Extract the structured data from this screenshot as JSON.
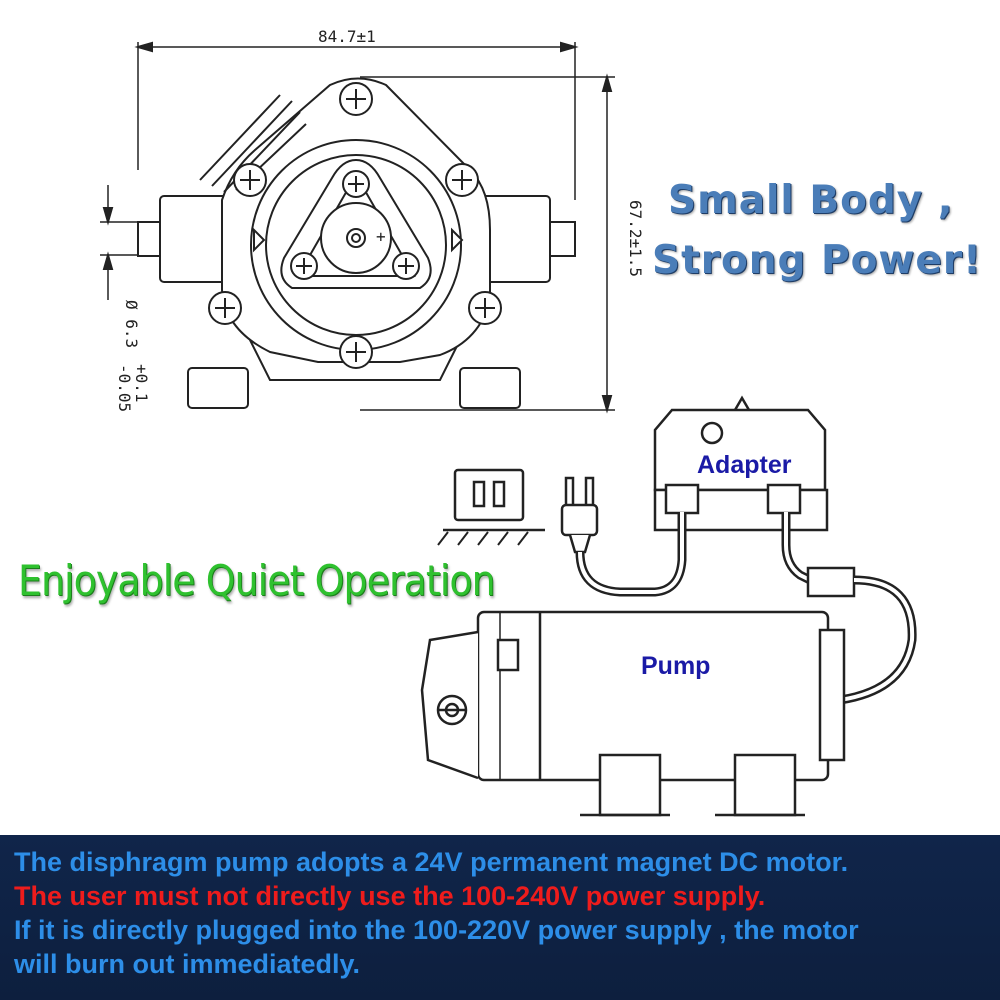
{
  "dimensions": {
    "width": "84.7±1",
    "height_value": "67.2±1.5",
    "diameter_main": "Ø 6.3",
    "diameter_upper_tol": "+0.1",
    "diameter_lower_tol": "-0.05"
  },
  "slogans": {
    "line1": "Small Body ,",
    "line2": "Strong Power!",
    "quiet": "Enjoyable Quiet Operation"
  },
  "labels": {
    "adapter": "Adapter",
    "pump": "Pump"
  },
  "notice": {
    "line1": "The disphragm pump adopts a 24V permanent magnet DC motor.",
    "line2": "The user must not directly use the 100-240V power supply.",
    "line3": "If it is directly plugged into the 100-220V power supply , the motor",
    "line4": "will burn out immediatedly."
  },
  "colors": {
    "slogan": "#4a7db8",
    "quiet": "#2fc12f",
    "label": "#1a1aa6",
    "notice_bg": "#10254a",
    "notice_blue": "#2d8ee8",
    "notice_red": "#ee1c1c"
  }
}
